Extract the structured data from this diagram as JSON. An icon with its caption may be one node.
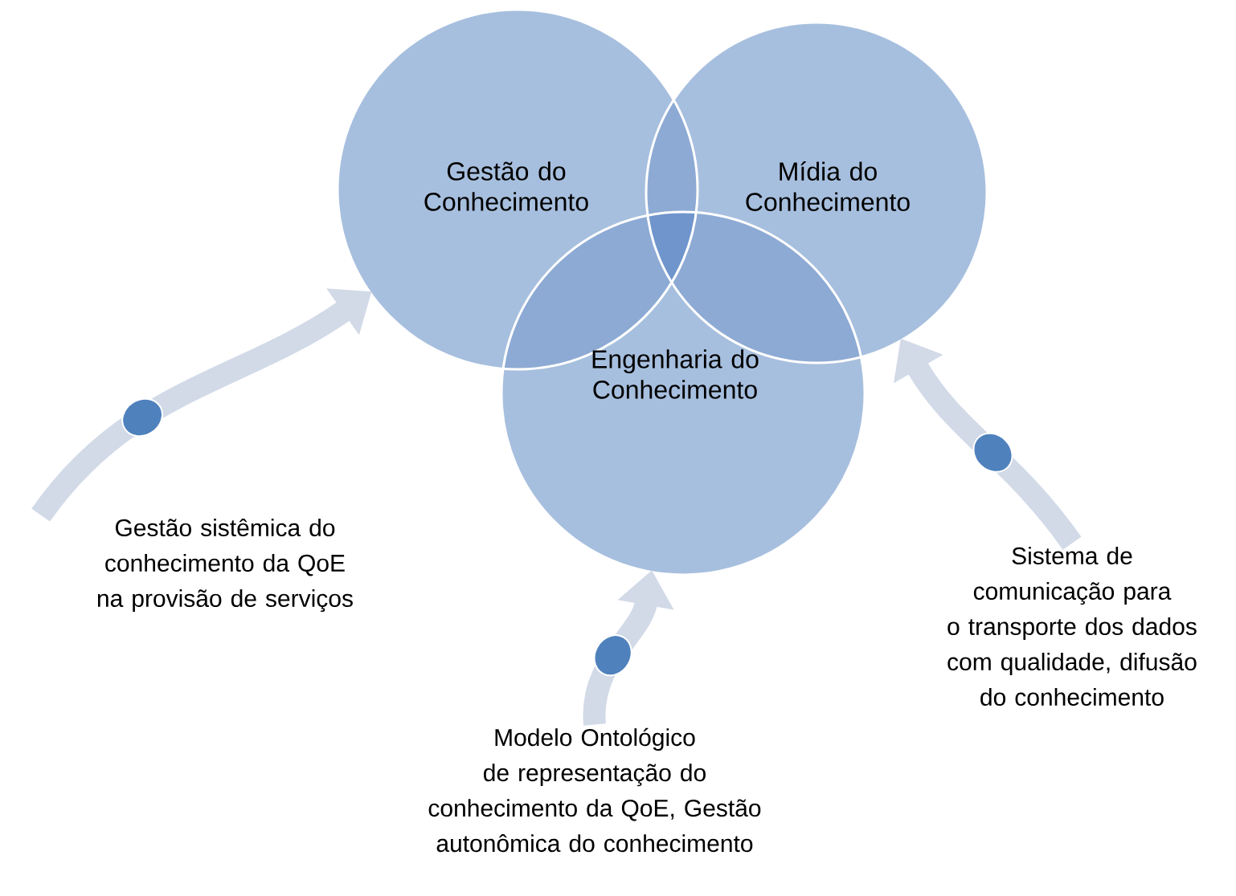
{
  "diagram": {
    "nodes": [
      {
        "text": [
          "Gestão do Conhecimento"
        ]
      },
      {
        "text": [
          "Mídia do Conhecimento"
        ]
      },
      {
        "text": [
          "Engenharia do Conhecimento"
        ]
      },
      {
        "text": [
          "Gestão sistêmica do conhecimento da QoE na provisão de serviços"
        ]
      },
      {
        "text": [
          "Modelo Ontológico de representação do conhecimento da QoE, Gestão autonômica do conhecimento"
        ]
      },
      {
        "text": [
          "Sistema de comunicação para o transporte dos dados com qualidade, difusão do conhecimento"
        ]
      }
    ],
    "edges": [
      {
        "from": 3,
        "to": 0,
        "arrow": "to"
      },
      {
        "from": 4,
        "to": 2,
        "arrow": "to"
      },
      {
        "from": 5,
        "to": 1,
        "arrow": "to"
      }
    ]
  }
}
